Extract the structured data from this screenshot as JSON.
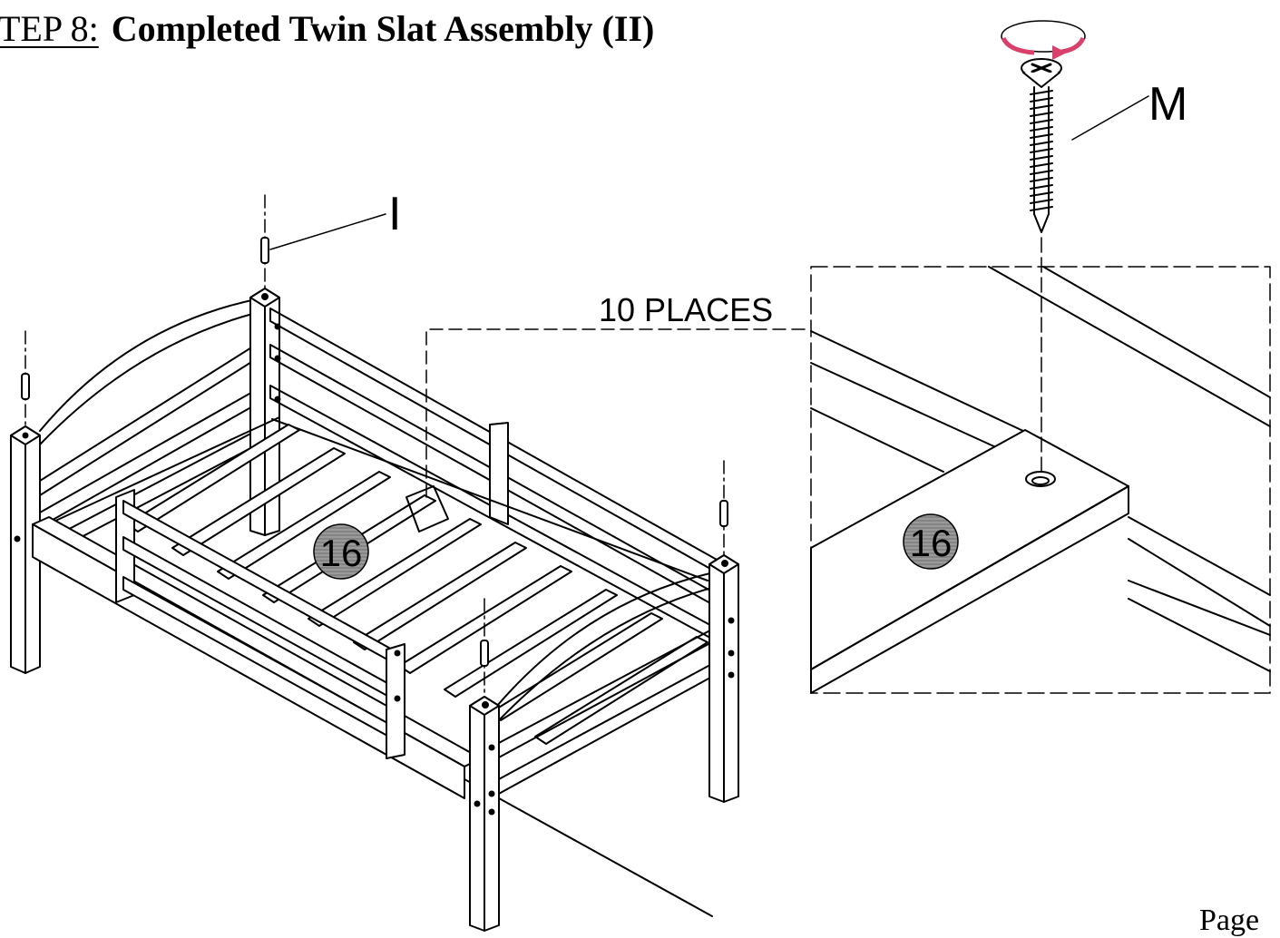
{
  "header": {
    "step_label": "TEP 8:",
    "step_title": "Completed Twin Slat Assembly (II)"
  },
  "callouts": {
    "part_i": "I",
    "part_m": "M",
    "places": "10 PLACES",
    "slat_main": "16",
    "slat_detail": "16"
  },
  "footer": {
    "page_label": "Page"
  },
  "colors": {
    "line": "#000000",
    "badge_fill": "#9a9a9a",
    "arrow": "#d9416b"
  }
}
